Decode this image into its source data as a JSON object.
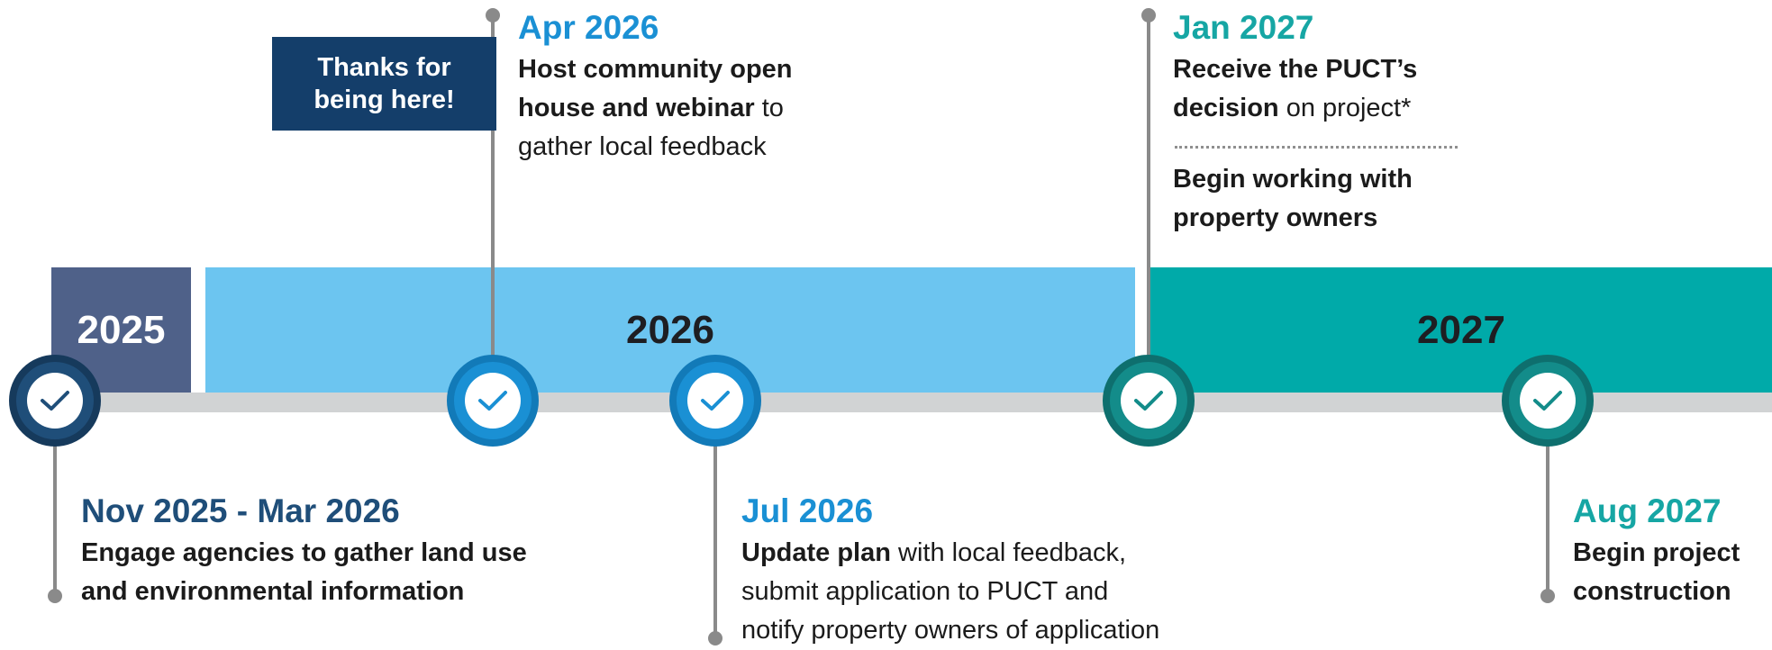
{
  "callout": {
    "line1": "Thanks for",
    "line2": "being here!"
  },
  "years": {
    "y2025": "2025",
    "y2026": "2026",
    "y2027": "2027"
  },
  "milestones": {
    "nov2025": {
      "date": "Nov 2025 - Mar 2026",
      "line1": "Engage agencies to gather land use",
      "line2": "and environmental information"
    },
    "apr2026": {
      "date": "Apr 2026",
      "line1_bold": "Host community open",
      "line2_bold": "house and webinar",
      "line2_rest": " to",
      "line3": "gather local feedback"
    },
    "jul2026": {
      "date": "Jul 2026",
      "line1_bold": "Update plan",
      "line1_rest": " with local feedback,",
      "line2": "submit application to PUCT and",
      "line3": "notify property owners of application"
    },
    "jan2027": {
      "date": "Jan 2027",
      "line1": "Receive the PUCT’s",
      "line2_bold": "decision",
      "line2_rest": " on project*",
      "line3": "Begin working with",
      "line4": "property owners"
    },
    "aug2027": {
      "date": "Aug 2027",
      "line1": "Begin project",
      "line2": "construction"
    }
  },
  "colors": {
    "navy": "#1f4e79",
    "blue": "#1a90d4",
    "teal": "#16a6a4",
    "band_2025": "#4f6189",
    "band_2026": "#6cc5f0",
    "band_2027": "#00aaa9"
  },
  "icons": {
    "marker": "checkmark-icon"
  }
}
